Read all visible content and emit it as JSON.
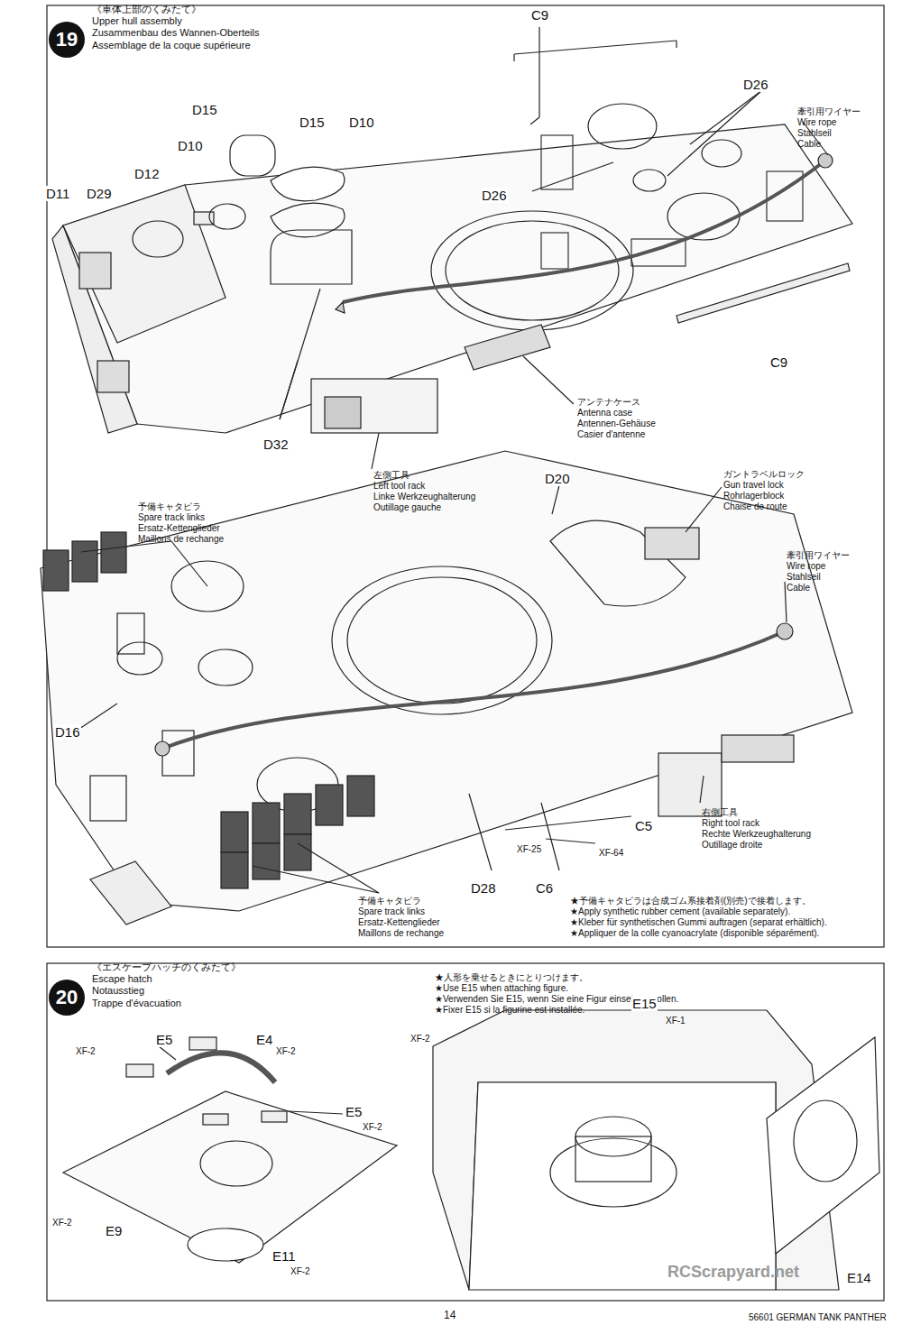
{
  "diagram": {
    "nodes": [
      {
        "text": [
          "19",
          "《車体上部のくみたて》",
          "Upper hull assembly",
          "Zusammenbau des Wannen-Oberteils",
          "Assemblage de la coque supérieure"
        ]
      },
      {
        "text": [
          "20",
          "《エスケープハッチのくみたて》",
          "Escape hatch",
          "Notausstieg",
          "Trappe d'évacuation"
        ]
      }
    ],
    "labels": [
      "D15",
      "D10",
      "D15",
      "D10",
      "D12",
      "D11",
      "D29",
      "D32",
      "C9",
      "D26",
      "D26",
      "C9",
      "牽引用ワイヤー",
      "Wire rope",
      "Stahlseil",
      "Cable",
      "アンテナケース",
      "Antenna case",
      "Antennen-Gehäuse",
      "Casier d'antenne",
      "左側工具",
      "Left tool rack",
      "Linke Werkzeughalterung",
      "Outillage gauche",
      "予備キャタピラ",
      "Spare track links",
      "Ersatz-Kettenglieder",
      "Maillons de rechange",
      "D20",
      "ガントラベルロック",
      "Gun travel lock",
      "Rohrlagerblock",
      "Chaise de route",
      "牽引用ワイヤー",
      "Wire rope",
      "Stahlseil",
      "Cable",
      "D16",
      "右側工具",
      "Right tool rack",
      "Rechte Werkzeughalterung",
      "Outillage droite",
      "C5",
      "XF-25",
      "XF-64",
      "D28",
      "C6",
      "予備キャタピラ",
      "Spare track links",
      "Ersatz-Kettenglieder",
      "Maillons de rechange",
      "★予備キャタピラは合成ゴム系接着剤(別売)で接着します。",
      "★Apply synthetic rubber cement (available separately).",
      "★Kleber für synthetischen Gummi auftragen (separat erhältlich).",
      "★Appliquer de la colle cyanoacrylate (disponible séparément).",
      "E5",
      "XF-2",
      "E4",
      "XF-2",
      "E5",
      "XF-2",
      "XF-2",
      "E9",
      "E11",
      "XF-2",
      "★人形を乗せるときにとりつけます。",
      "★Use E15 when attaching figure.",
      "★Verwenden Sie E15, wenn Sie eine Figur einsetzen wollen.",
      "★Fixer E15 si la figurine est installée.",
      "E15",
      "XF-1",
      "XF-2",
      "E14",
      "14",
      "56601 GERMAN TANK PANTHER",
      "RCScrapyard.net"
    ]
  }
}
